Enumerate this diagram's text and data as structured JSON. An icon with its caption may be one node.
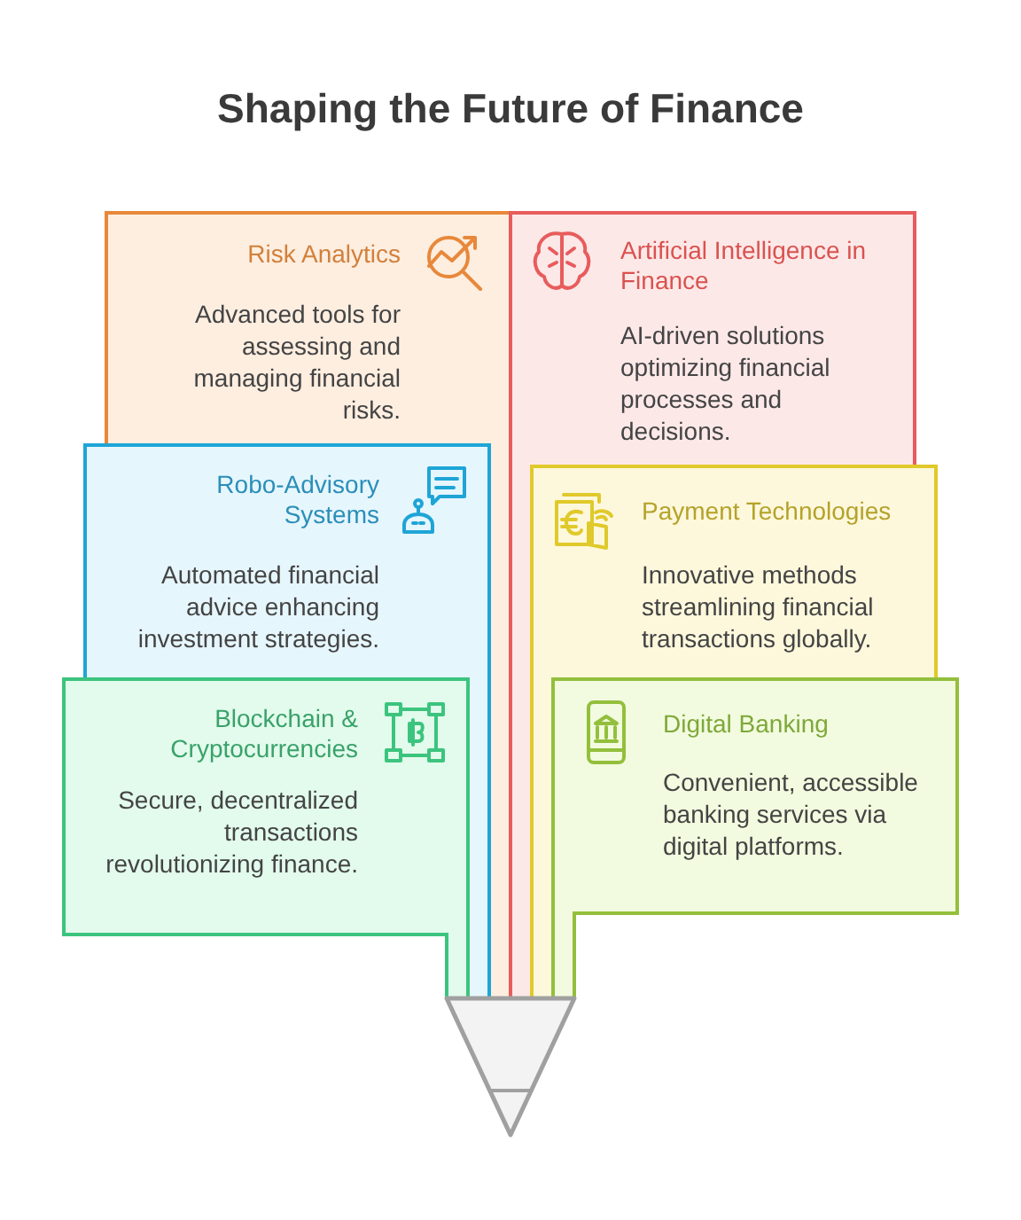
{
  "diagram": {
    "title": "Shaping the Future of Finance",
    "nodes": [
      {
        "text": [
          "Risk Analytics",
          "Advanced tools for assessing and managing financial risks."
        ]
      },
      {
        "text": [
          "Artificial Intelligence in Finance",
          "AI-driven solutions optimizing financial processes and decisions."
        ]
      },
      {
        "text": [
          "Robo-Advisory Systems",
          "Automated financial advice enhancing investment strategies."
        ]
      },
      {
        "text": [
          "Payment Technologies",
          "Innovative methods streamlining financial transactions globally."
        ]
      },
      {
        "text": [
          "Blockchain & Cryptocurrencies",
          "Secure, decentralized transactions revolutionizing finance."
        ]
      },
      {
        "text": [
          "Digital Banking",
          "Convenient, accessible banking services via digital platforms."
        ]
      }
    ]
  }
}
